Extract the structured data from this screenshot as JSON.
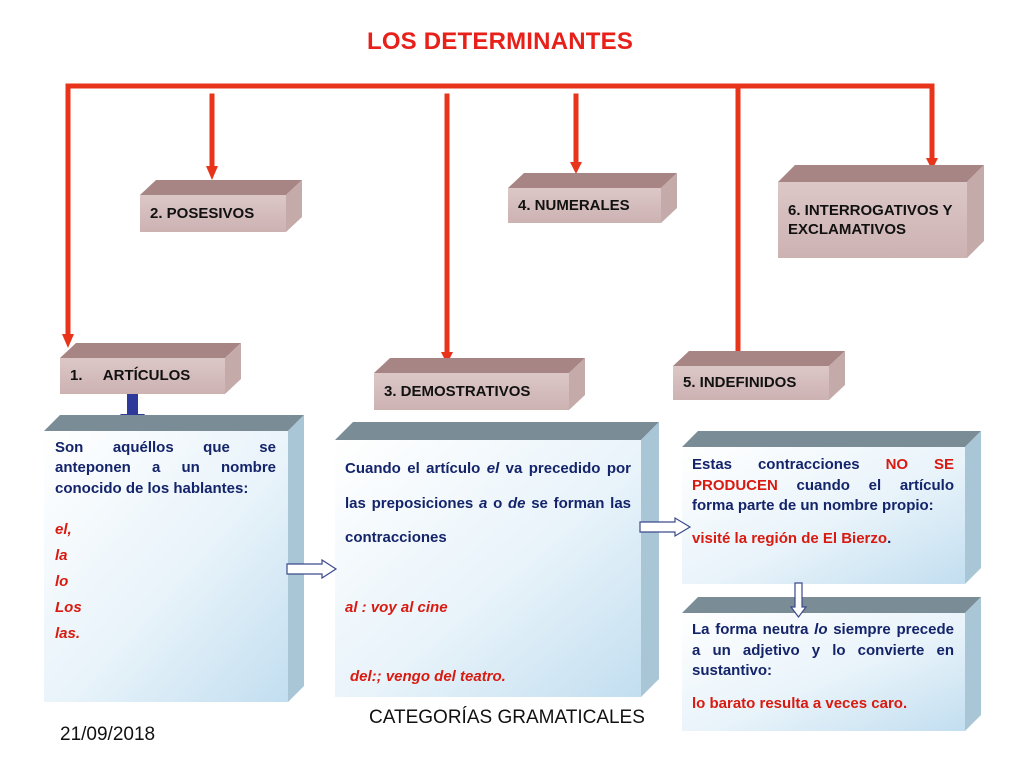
{
  "title": "LOS DETERMINANTES",
  "categories": {
    "articulos": "1.     ARTÍCULOS",
    "posesivos": "2. POSESIVOS",
    "demostrativos": "3. DEMOSTRATIVOS",
    "numerales": "4. NUMERALES",
    "indefinidos": "5. INDEFINIDOS",
    "interrogativos": "6. INTERROGATIVOS Y EXCLAMATIVOS"
  },
  "articulos_box": {
    "intro": "Son aquéllos que se anteponen a un nombre conocido de los hablantes:",
    "forms": [
      "el,",
      "la",
      "lo",
      "Los",
      "las."
    ]
  },
  "contracciones_box": {
    "intro_pre": "Cuando el artículo ",
    "intro_el": "el",
    "intro_mid": " va precedido por las preposiciones ",
    "intro_a": "a",
    "intro_o": " o ",
    "intro_de": "de",
    "intro_post": " se forman las contracciones",
    "example1": "al : voy al cine",
    "example2": "del:; vengo del teatro."
  },
  "no_contraccion_box": {
    "text_pre": "Estas contracciones ",
    "text_red": "NO SE PRODUCEN",
    "text_post": " cuando el artículo forma parte de un nombre propio:",
    "example": "visité la región de El Bierzo",
    "example_end": "."
  },
  "neutra_box": {
    "text_pre": "La forma neutra ",
    "text_lo": "lo",
    "text_post": " siempre precede a un adjetivo y lo convierte en sustantivo",
    "text_end": ":",
    "example": "lo barato resulta a veces caro."
  },
  "footer": {
    "date": "21/09/2018",
    "category": "CATEGORÍAS GRAMATICALES"
  },
  "colors": {
    "connector_red": "#e8341a",
    "label_face": "#d4bdbd",
    "label_top": "#a88585",
    "label_side": "#c5aaaa",
    "panel_top": "#7a8c96",
    "panel_side": "#a9c6d6",
    "panel_face_gradient_from": "#ffffff",
    "panel_face_gradient_to": "#c6e1f1",
    "down_arrow_blue": "#2e3a9a",
    "text_navy": "#14246a",
    "text_red": "#d81a10"
  }
}
